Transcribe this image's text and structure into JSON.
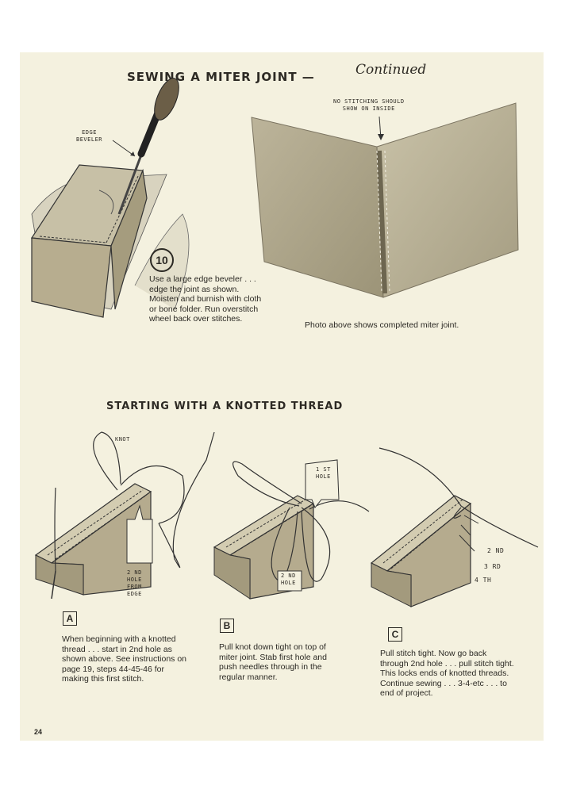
{
  "header": {
    "title": "SEWING A MITER JOINT —",
    "continued": "Continued"
  },
  "top_left": {
    "callout": "EDGE\nBEVELER",
    "step_number": "10",
    "text": "Use a large edge beveler . . . edge the joint as shown. Moisten and burnish with cloth or bone folder. Run overstitch wheel back over stitches."
  },
  "top_right": {
    "callout": "NO STITCHING SHOULD\nSHOW ON INSIDE",
    "caption": "Photo above shows completed miter joint."
  },
  "section": {
    "title": "STARTING WITH A KNOTTED THREAD"
  },
  "step_a": {
    "letter": "A",
    "knot_label": "KNOT",
    "hole_label": "2 ND\nHOLE\nFROM\nEDGE",
    "text": "When beginning with a knotted thread . . . start in 2nd hole as shown above. See instructions on page 19, steps 44-45-46 for making this first stitch."
  },
  "step_b": {
    "letter": "B",
    "first_hole_label": "1 ST\nHOLE",
    "second_hole_label": "2 ND\nHOLE",
    "text": "Pull knot down tight on top of miter joint. Stab first hole and push needles through in the regular manner."
  },
  "step_c": {
    "letter": "C",
    "label_2nd": "2 ND",
    "label_3rd": "3 RD",
    "label_4th": "4 TH",
    "text": "Pull stitch tight. Now go back through 2nd hole . . . pull stitch tight. This locks ends of knotted threads. Continue sewing . . . 3-4-etc . . . to end of project."
  },
  "footer": {
    "page_number": "24"
  }
}
